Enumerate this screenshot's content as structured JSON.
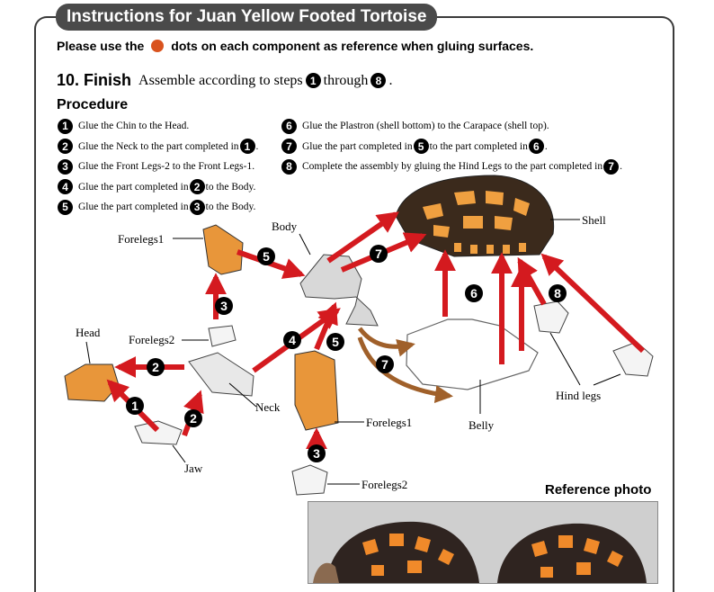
{
  "header": {
    "title": "Instructions for Juan Yellow Footed Tortoise"
  },
  "note": {
    "before": "Please use the",
    "after": "dots on each component as reference when gluing surfaces."
  },
  "step": {
    "number": "10. Finish",
    "text_before": "Assemble according to steps",
    "from": "1",
    "mid": "through",
    "to": "8",
    "end": "."
  },
  "procedure": {
    "title": "Procedure",
    "left": [
      {
        "n": "1",
        "text": "Glue the Chin to the Head."
      },
      {
        "n": "2",
        "text": "Glue the Neck to the part completed in",
        "ref": "1",
        "end": "."
      },
      {
        "n": "3",
        "text": "Glue the Front Legs-2 to the Front Legs-1."
      },
      {
        "n": "4",
        "text": "Glue the part completed in",
        "ref": "2",
        "end": "to the Body."
      },
      {
        "n": "5",
        "text": "Glue the part completed in",
        "ref": "3",
        "end": "to the Body."
      }
    ],
    "right": [
      {
        "n": "6",
        "text": "Glue the Plastron (shell bottom) to the Carapace (shell top)."
      },
      {
        "n": "7",
        "text": "Glue the part completed in",
        "ref": "5",
        "mid": "to the part completed in",
        "ref2": "6",
        "end": "."
      },
      {
        "n": "8",
        "text": "Complete the assembly by gluing the Hind Legs to the part completed in",
        "ref": "7",
        "end": "."
      }
    ]
  },
  "diagram": {
    "labels": {
      "forelegs1_top": "Forelegs1",
      "body": "Body",
      "shell": "Shell",
      "head": "Head",
      "forelegs2_top": "Forelegs2",
      "neck": "Neck",
      "jaw": "Jaw",
      "forelegs1_bottom": "Forelegs1",
      "forelegs2_bottom": "Forelegs2",
      "belly": "Belly",
      "hind_legs": "Hind legs"
    },
    "markers": [
      "5",
      "7",
      "3",
      "6",
      "8",
      "4",
      "5",
      "2",
      "1",
      "2",
      "7",
      "3"
    ]
  },
  "reference": {
    "title": "Reference photo"
  },
  "colors": {
    "accent": "#d9531e",
    "arrow": "#d41a1f",
    "brown_arrow": "#a0602a",
    "shell_dark": "#3b2a1c",
    "shell_patch": "#f0a040",
    "leg_orange": "#e8963a"
  }
}
